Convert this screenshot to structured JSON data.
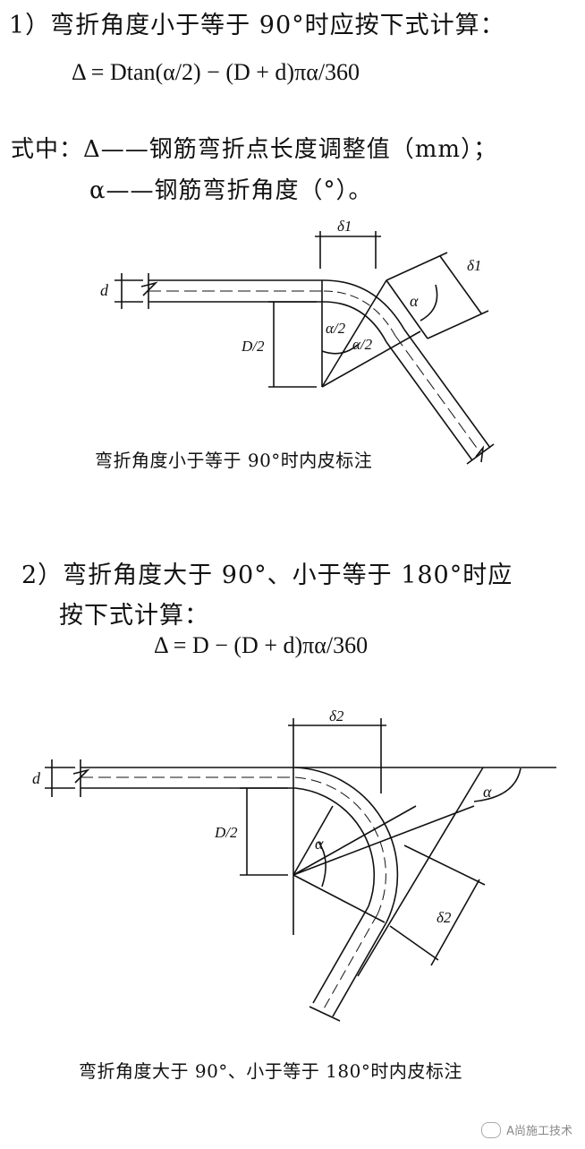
{
  "section1": {
    "heading": "1）弯折角度小于等于 90°时应按下式计算：",
    "formula": "Δ = Dtan(α/2) − (D + d)πα/360",
    "where_line1": "式中：Δ——钢筋弯折点长度调整值（mm）；",
    "where_line2": "α——钢筋弯折角度（°）。",
    "diagram": {
      "label_delta1": "δ1",
      "label_d": "d",
      "label_D2": "D/2",
      "label_alpha": "α",
      "label_alpha_half": "α/2",
      "caption": "弯折角度小于等于 90°时内皮标注"
    }
  },
  "section2": {
    "heading_line1": "2）弯折角度大于 90°、小于等于 180°时应",
    "heading_line2": "按下式计算：",
    "formula": "Δ = D − (D + d)πα/360",
    "diagram": {
      "label_delta2": "δ2",
      "label_d": "d",
      "label_D2": "D/2",
      "label_alpha": "α",
      "caption": "弯折角度大于 90°、小于等于 180°时内皮标注"
    }
  },
  "watermark": "A尚施工技术"
}
